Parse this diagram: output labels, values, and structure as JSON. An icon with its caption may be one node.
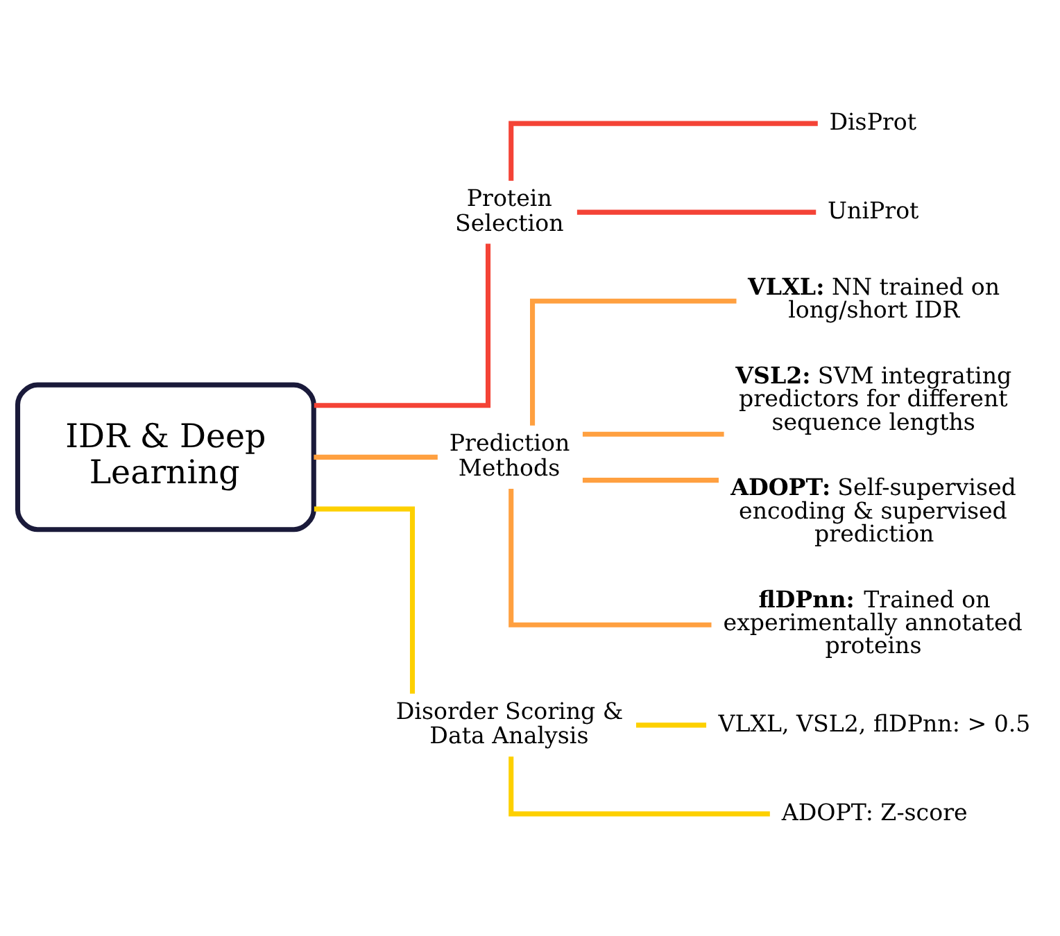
{
  "diagram": {
    "nodes": [
      {
        "text": [
          "IDR & Deep Learning"
        ]
      },
      {
        "text": [
          "Protein Selection"
        ]
      },
      {
        "text": [
          "DisProt"
        ]
      },
      {
        "text": [
          "UniProt"
        ]
      },
      {
        "text": [
          "Prediction Methods"
        ]
      },
      {
        "text": [
          "**VLXL:** NN trained on long/short IDR"
        ]
      },
      {
        "text": [
          "**VSL2:** SVM integrating predictors for different sequence lengths"
        ]
      },
      {
        "text": [
          "**ADOPT:** Self-supervised encoding & supervised prediction"
        ]
      },
      {
        "text": [
          "**flDPnn:** Trained on experimentally annotated proteins"
        ]
      },
      {
        "text": [
          "Disorder Scoring & Data Analysis"
        ]
      },
      {
        "text": [
          "VLXL, VSL2, flDPnn: > 0.5"
        ]
      },
      {
        "text": [
          "ADOPT: Z-score"
        ]
      }
    ],
    "edges": [
      {
        "from": 0,
        "to": 1,
        "arrow": "none",
        "color": "#f44336"
      },
      {
        "from": 0,
        "to": 4,
        "arrow": "none"
      },
      {
        "from": 0,
        "to": 9,
        "arrow": "none",
        "color": "#fdd000"
      },
      {
        "from": 1,
        "to": 2,
        "arrow": "none",
        "color": "#f44336"
      },
      {
        "from": 1,
        "to": 3,
        "arrow": "none",
        "color": "#f44336"
      },
      {
        "from": 4,
        "to": 5,
        "arrow": "none"
      },
      {
        "from": 4,
        "to": 6,
        "arrow": "none"
      },
      {
        "from": 4,
        "to": 7,
        "arrow": "none"
      },
      {
        "from": 4,
        "to": 8,
        "arrow": "none"
      },
      {
        "from": 9,
        "to": 10,
        "arrow": "none",
        "color": "#fdd000"
      },
      {
        "from": 9,
        "to": 11,
        "arrow": "none",
        "color": "#fdd000"
      }
    ]
  }
}
